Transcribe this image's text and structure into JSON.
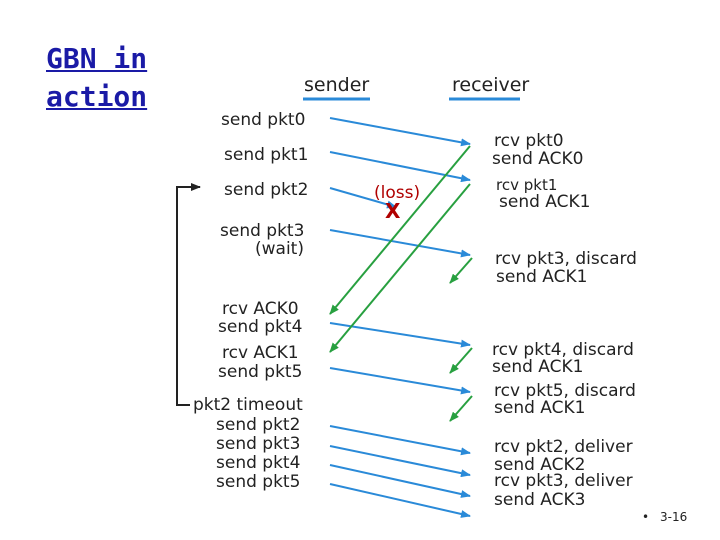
{
  "title": {
    "line1": "GBN in",
    "line2": "action"
  },
  "headers": {
    "sender": "sender",
    "receiver": "receiver"
  },
  "sender_labels": [
    "send  pkt0",
    "send  pkt1",
    "send  pkt2",
    "send  pkt3",
    "(wait)",
    "rcv  ACK0",
    "send  pkt4",
    "rcv  ACK1",
    "send  pkt5",
    "pkt2 timeout",
    "send  pkt2",
    "send  pkt3",
    "send  pkt4",
    "send  pkt5"
  ],
  "receiver_labels": [
    "rcv  pkt0",
    "send  ACK0",
    "rcv pkt1",
    "send  ACK1",
    "rcv  pkt3, discard",
    "send  ACK1",
    "rcv  pkt4, discard",
    "send  ACK1",
    "rcv  pkt5, discard",
    "send  ACK1",
    "rcv  pkt2, deliver",
    "send  ACK2",
    "rcv  pkt3, deliver",
    "send  ACK3"
  ],
  "loss": {
    "label": "(loss)",
    "mark": "X"
  },
  "footer": {
    "bullet": "•",
    "page": "3-16"
  },
  "colors": {
    "data_arrow": "#2a8ad8",
    "ack_arrow": "#28a040",
    "title": "#1a1aa6",
    "loss": "#b00000"
  }
}
